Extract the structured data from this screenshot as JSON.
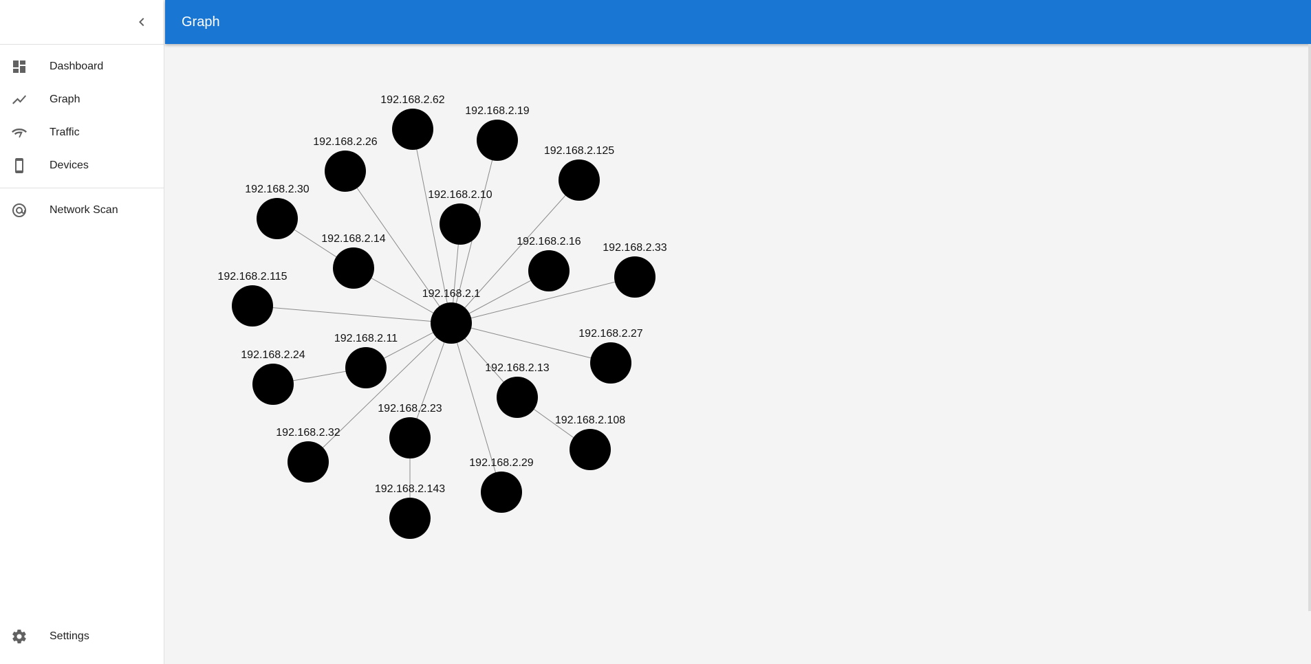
{
  "app": {
    "title": "Graph"
  },
  "sidebar": {
    "collapse_icon": "chevron-left-icon",
    "items": [
      {
        "key": "dashboard",
        "label": "Dashboard",
        "icon": "dashboard-icon"
      },
      {
        "key": "graph",
        "label": "Graph",
        "icon": "trending-up-icon"
      },
      {
        "key": "traffic",
        "label": "Traffic",
        "icon": "wifi-icon"
      },
      {
        "key": "devices",
        "label": "Devices",
        "icon": "phone-icon"
      }
    ],
    "secondary_items": [
      {
        "key": "network-scan",
        "label": "Network Scan",
        "icon": "at-radar-icon"
      }
    ],
    "footer_items": [
      {
        "key": "settings",
        "label": "Settings",
        "icon": "gear-icon"
      }
    ]
  },
  "colors": {
    "appbar": "#1976d2",
    "node": "#000000",
    "edge": "#8a8a8a",
    "icon": "#616161"
  },
  "graph": {
    "center": "192.168.2.1",
    "nodes": [
      "192.168.2.1",
      "192.168.2.62",
      "192.168.2.19",
      "192.168.2.26",
      "192.168.2.125",
      "192.168.2.30",
      "192.168.2.10",
      "192.168.2.14",
      "192.168.2.16",
      "192.168.2.33",
      "192.168.2.115",
      "192.168.2.11",
      "192.168.2.27",
      "192.168.2.24",
      "192.168.2.13",
      "192.168.2.23",
      "192.168.2.108",
      "192.168.2.32",
      "192.168.2.29",
      "192.168.2.143"
    ],
    "edges": [
      [
        "192.168.2.1",
        "192.168.2.62"
      ],
      [
        "192.168.2.1",
        "192.168.2.19"
      ],
      [
        "192.168.2.1",
        "192.168.2.26"
      ],
      [
        "192.168.2.1",
        "192.168.2.125"
      ],
      [
        "192.168.2.14",
        "192.168.2.30"
      ],
      [
        "192.168.2.1",
        "192.168.2.10"
      ],
      [
        "192.168.2.1",
        "192.168.2.14"
      ],
      [
        "192.168.2.1",
        "192.168.2.16"
      ],
      [
        "192.168.2.1",
        "192.168.2.33"
      ],
      [
        "192.168.2.1",
        "192.168.2.115"
      ],
      [
        "192.168.2.1",
        "192.168.2.11"
      ],
      [
        "192.168.2.1",
        "192.168.2.27"
      ],
      [
        "192.168.2.11",
        "192.168.2.24"
      ],
      [
        "192.168.2.1",
        "192.168.2.13"
      ],
      [
        "192.168.2.1",
        "192.168.2.23"
      ],
      [
        "192.168.2.13",
        "192.168.2.108"
      ],
      [
        "192.168.2.1",
        "192.168.2.32"
      ],
      [
        "192.168.2.1",
        "192.168.2.29"
      ],
      [
        "192.168.2.23",
        "192.168.2.143"
      ]
    ]
  }
}
